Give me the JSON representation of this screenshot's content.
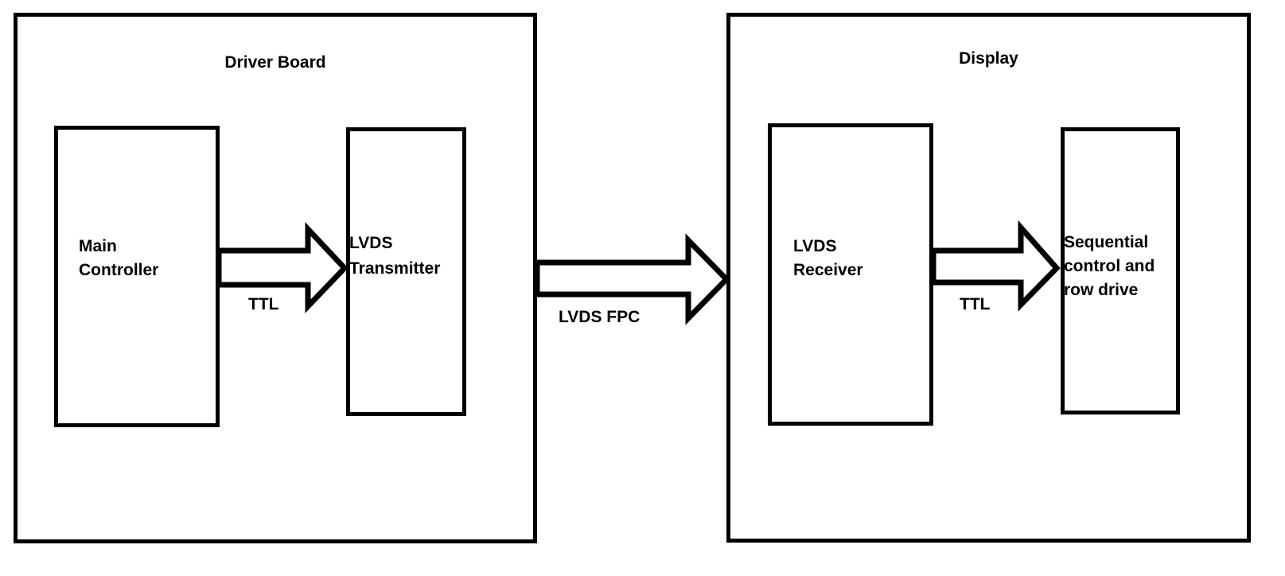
{
  "diagram": {
    "driver_board": {
      "title": "Driver Board",
      "main_controller_label": "Main\nController",
      "lvds_transmitter_label": "LVDS\nTransmitter",
      "ttl_label": "TTL"
    },
    "display": {
      "title": "Display",
      "lvds_receiver_label": "LVDS\nReceiver",
      "sequential_label": "Sequential\ncontrol and\nrow drive",
      "ttl_label": "TTL"
    },
    "interconnect": {
      "fpc_label": "LVDS FPC"
    },
    "colors": {
      "line": "#000000",
      "background": "#ffffff",
      "block_fill": "#ffffff"
    }
  }
}
